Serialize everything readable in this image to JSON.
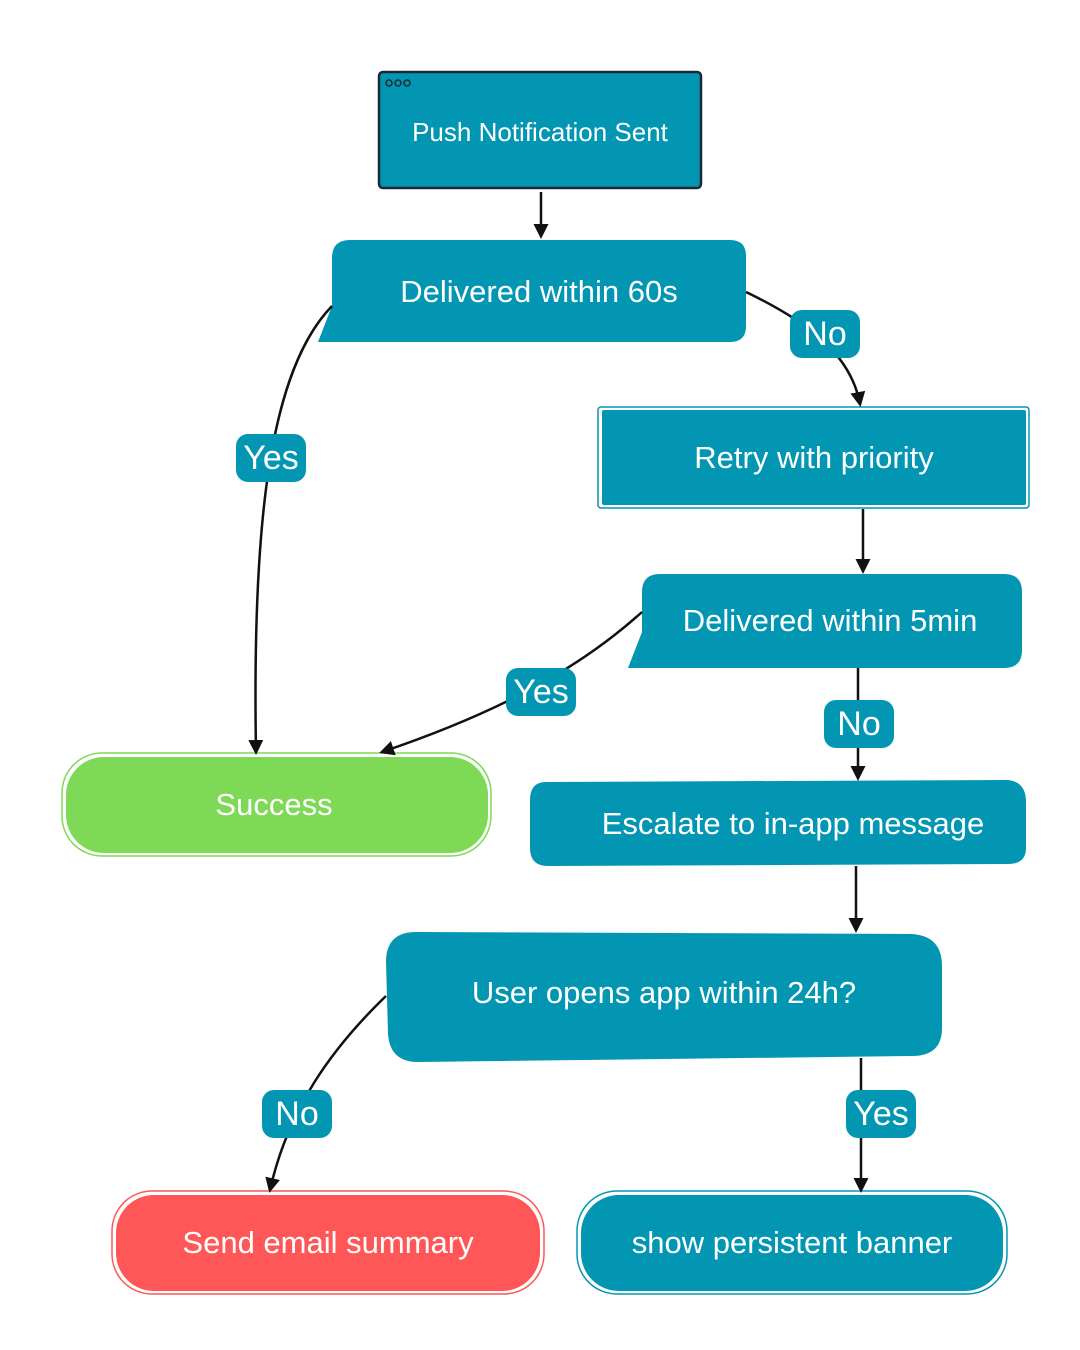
{
  "colors": {
    "process": "#0396b3",
    "success": "#7ed957",
    "failure": "#ff5757",
    "edge": "#111111",
    "text": "#ffffff"
  },
  "nodes": {
    "start": {
      "label": "Push Notification Sent",
      "icon": "window-dots-icon"
    },
    "delivered_60s": {
      "label": "Delivered within 60s"
    },
    "retry": {
      "label": "Retry with priority"
    },
    "delivered_5min": {
      "label": "Delivered within 5min"
    },
    "success": {
      "label": "Success"
    },
    "escalate": {
      "label": "Escalate to in-app message"
    },
    "user_opens": {
      "label": "User opens app within 24h?"
    },
    "send_email": {
      "label": "Send email summary"
    },
    "banner": {
      "label": "show persistent banner"
    }
  },
  "edges": {
    "d60_no": {
      "label": "No"
    },
    "d60_yes": {
      "label": "Yes"
    },
    "d5_yes": {
      "label": "Yes"
    },
    "d5_no": {
      "label": "No"
    },
    "user_no": {
      "label": "No"
    },
    "user_yes": {
      "label": "Yes"
    }
  }
}
